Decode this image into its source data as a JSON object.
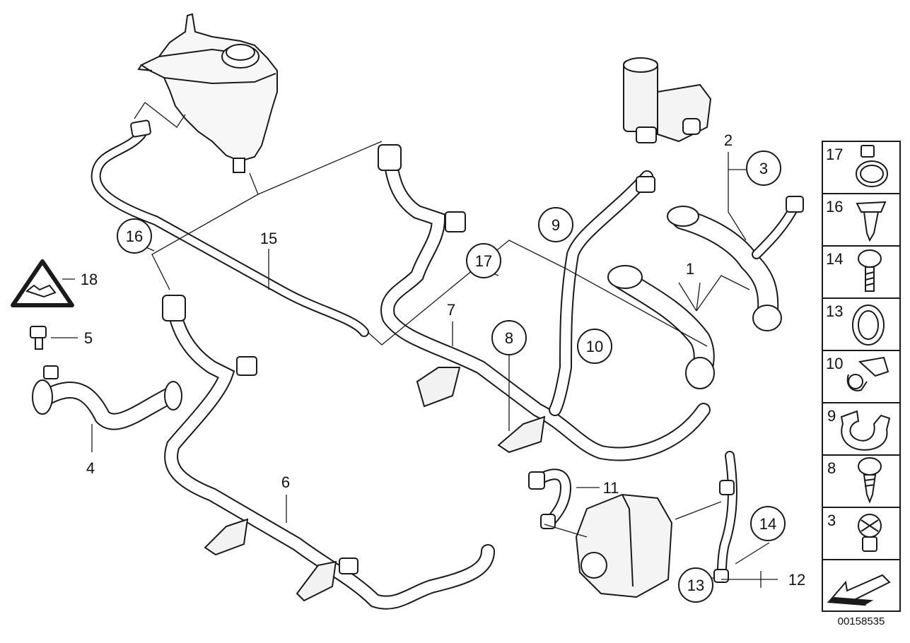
{
  "diagram": {
    "callouts": [
      {
        "id": "1",
        "text": "1"
      },
      {
        "id": "2",
        "text": "2"
      },
      {
        "id": "3",
        "text": "3",
        "circled": true
      },
      {
        "id": "4",
        "text": "4"
      },
      {
        "id": "5",
        "text": "5"
      },
      {
        "id": "6",
        "text": "6"
      },
      {
        "id": "7",
        "text": "7"
      },
      {
        "id": "8",
        "text": "8",
        "circled": true
      },
      {
        "id": "9",
        "text": "9",
        "circled": true
      },
      {
        "id": "10",
        "text": "10",
        "circled": true
      },
      {
        "id": "11",
        "text": "11"
      },
      {
        "id": "12",
        "text": "12"
      },
      {
        "id": "13",
        "text": "13",
        "circled": true
      },
      {
        "id": "14",
        "text": "14",
        "circled": true
      },
      {
        "id": "15",
        "text": "15"
      },
      {
        "id": "16",
        "text": "16",
        "circled": true
      },
      {
        "id": "17",
        "text": "17",
        "circled": true
      },
      {
        "id": "18",
        "text": "18"
      }
    ],
    "legend": [
      {
        "text": "17",
        "icon": "hose-clamp-icon"
      },
      {
        "text": "16",
        "icon": "expanding-rivet-icon"
      },
      {
        "text": "14",
        "icon": "hex-screw-icon"
      },
      {
        "text": "13",
        "icon": "sealing-ring-icon"
      },
      {
        "text": "10",
        "icon": "double-clip-icon"
      },
      {
        "text": "9",
        "icon": "hose-clip-icon"
      },
      {
        "text": "8",
        "icon": "tapping-screw-icon"
      },
      {
        "text": "3",
        "icon": "spreading-rivet-icon"
      },
      {
        "text": "",
        "icon": "direction-arrow-icon"
      }
    ],
    "reference_number": "00158535",
    "colors": {
      "line": "#1a1a1a",
      "fill": "#ffffff",
      "shade": "#e9e9e9",
      "text": "#111111"
    }
  }
}
